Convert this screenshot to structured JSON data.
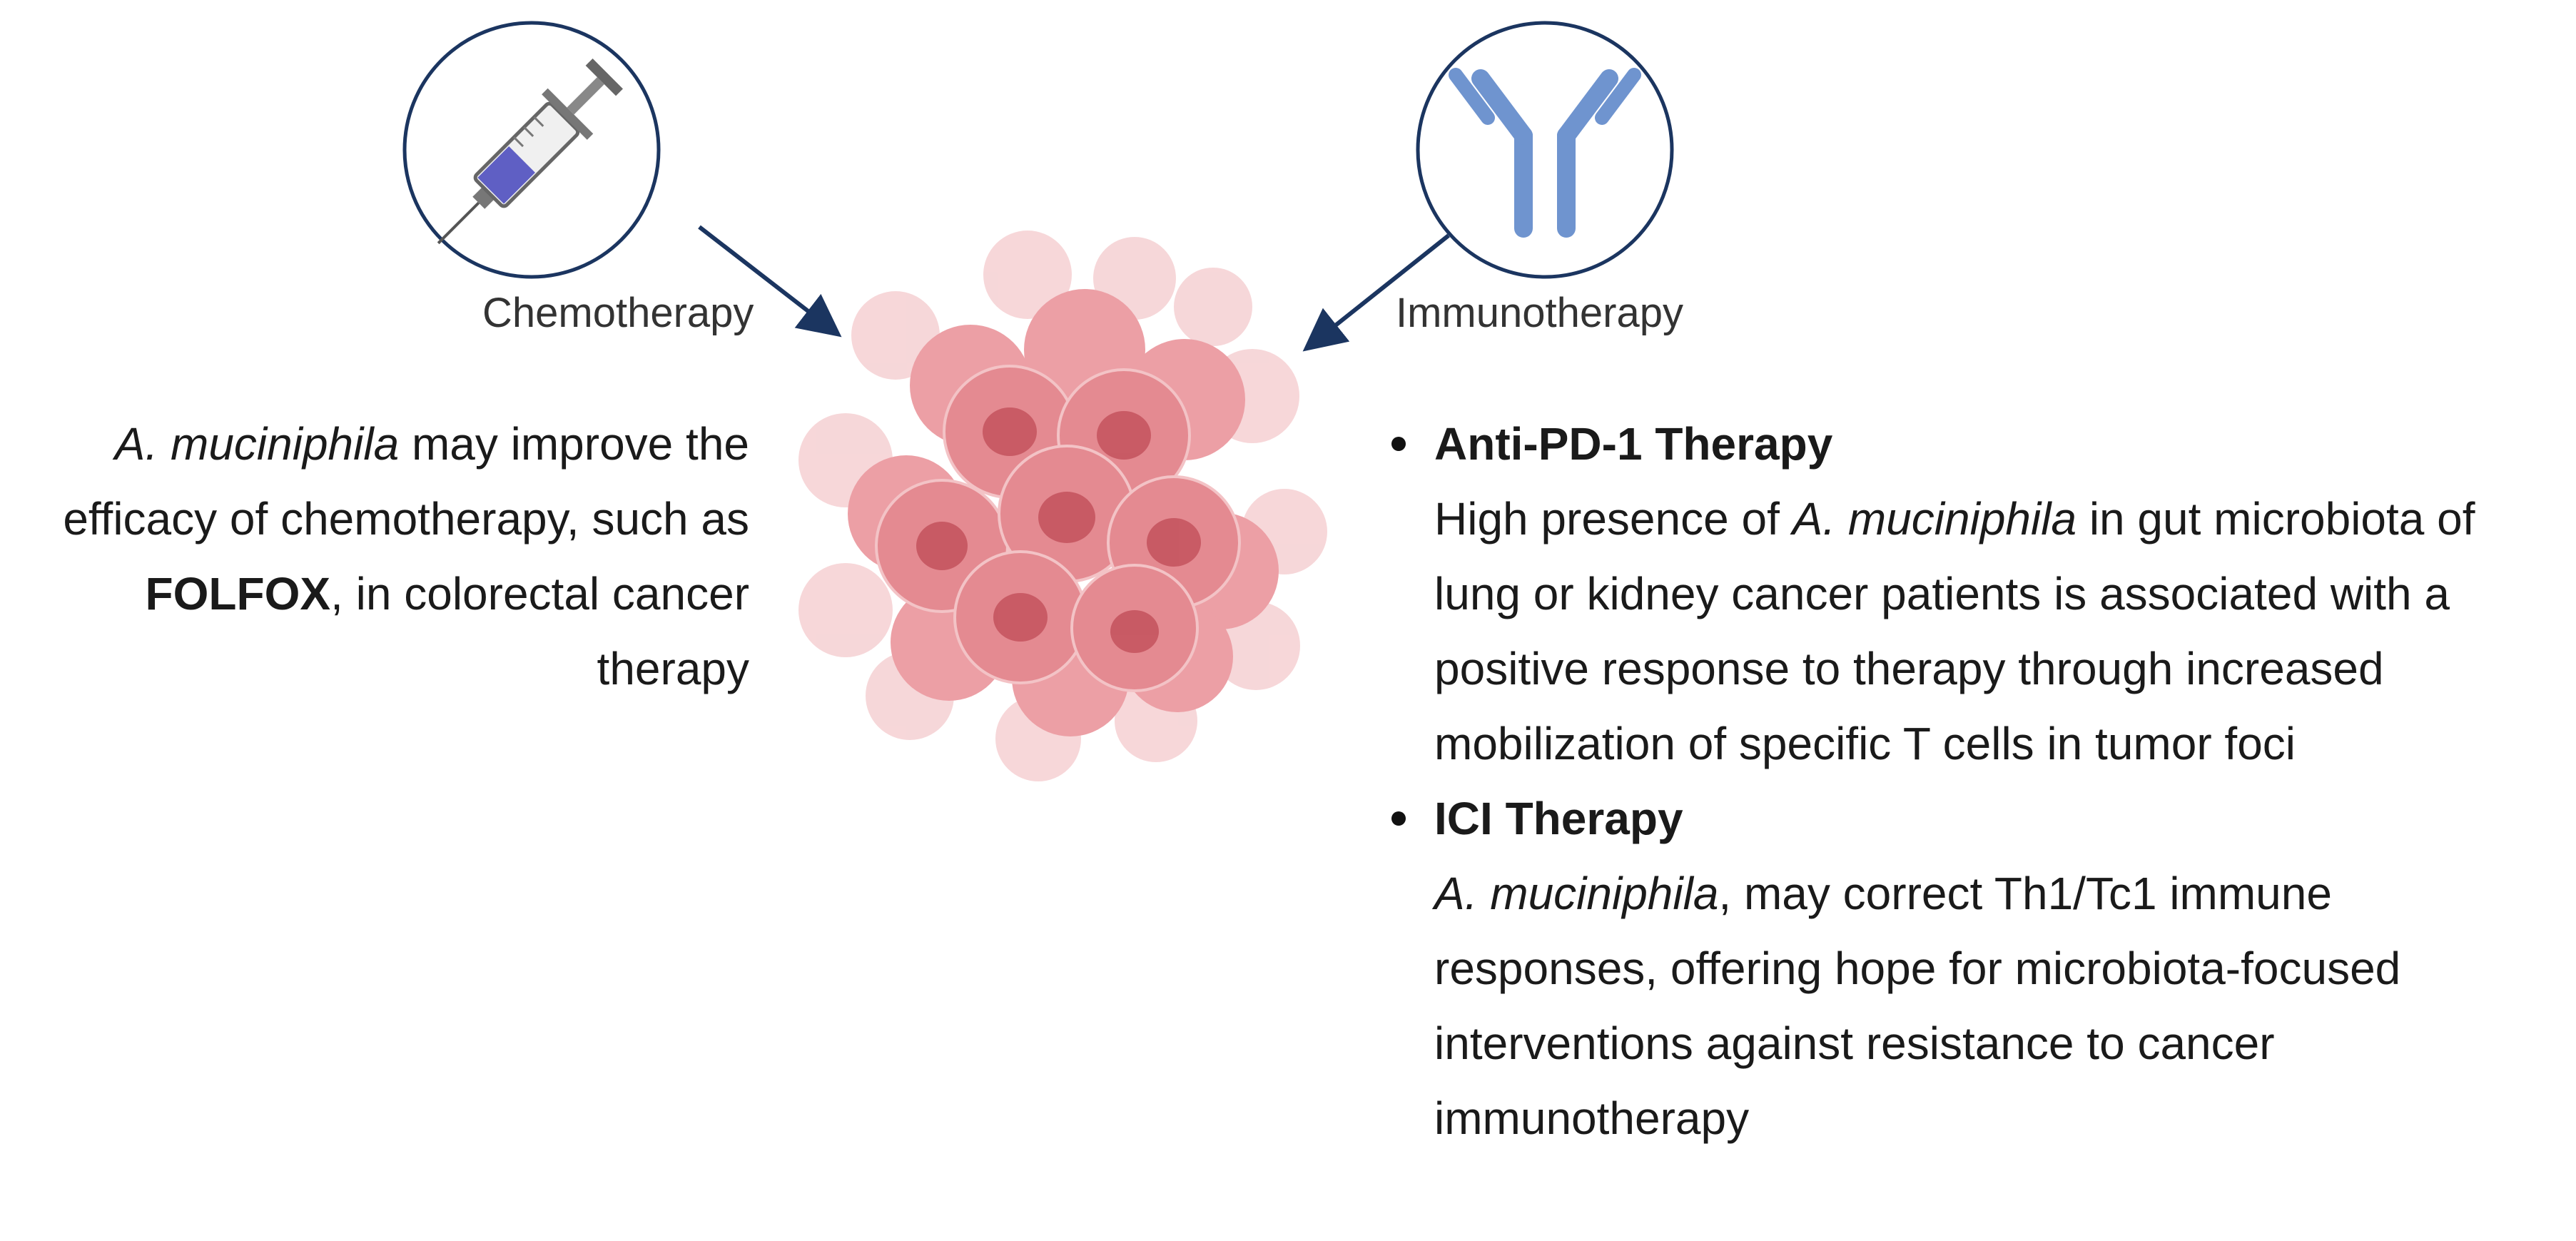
{
  "chemotherapy": {
    "label": "Chemotherapy",
    "text": {
      "species": "A. muciniphila",
      "part1": " may improve the efficacy of chemotherapy, such as ",
      "drug": "FOLFOX",
      "part2": ", in colorectal cancer therapy"
    }
  },
  "immunotherapy": {
    "label": "Immunotherapy",
    "items": [
      {
        "title": "Anti-PD-1 Therapy",
        "pre": "High presence of ",
        "species": "A. muciniphila",
        "post": " in gut microbiota of lung or kidney cancer patients is associated with a positive response to therapy through increased mobilization of specific T cells in tumor foci"
      },
      {
        "title": "ICI Therapy",
        "pre": "",
        "species": "A. muciniphila",
        "post": ", may correct Th1/Tc1 immune responses, offering hope for microbiota-focused interventions against resistance to cancer immunotherapy"
      }
    ]
  },
  "colors": {
    "icon_outline": "#1b3560",
    "arrow": "#1b3560",
    "antibody": "#6f94cf",
    "syringe_fill": "#5f5fc4",
    "tumor_core": "#e07b82",
    "tumor_nucleus": "#c4525d",
    "tumor_outer": "#f3c3c6"
  },
  "icons": [
    "syringe-icon",
    "antibody-icon",
    "tumor-icon",
    "arrow-icon"
  ]
}
